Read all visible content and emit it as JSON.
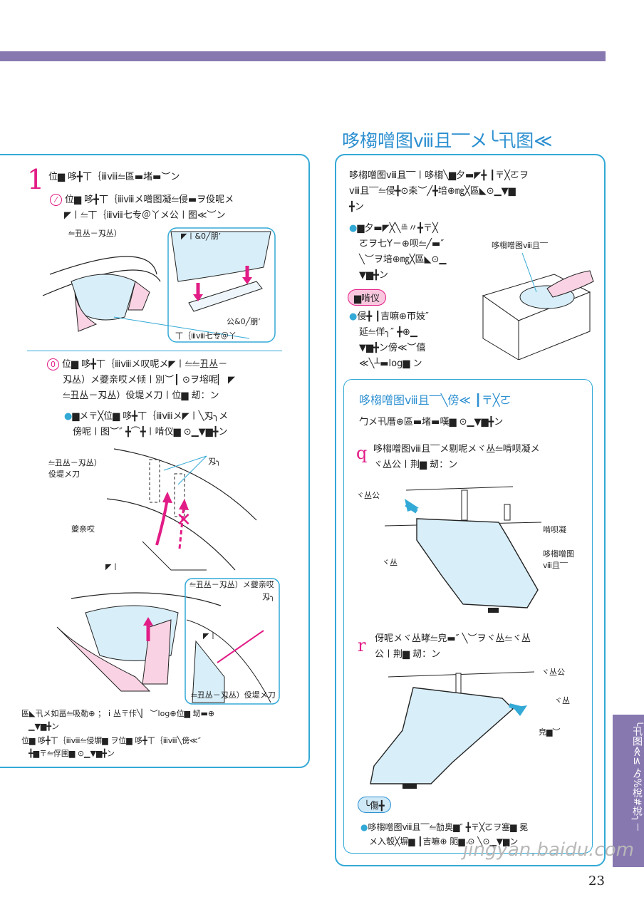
{
  "header": {
    "bar_color": "#8878b0"
  },
  "right": {
    "title": "哆㮲噌图ⅷ且‾‾メ╰卂图≪",
    "intro": [
      "哆㮲噌图ⅷ且‾‾〡哆㮲╲▆夕▬◤╋ ┃〒╳ㄛヲ",
      "ⅷ且‾‾⥪侵╋⊙㚓︶╱╋培⊕㎎╳區◣⊙▁▼▆",
      "╋ン"
    ],
    "bullet1": [
      "▆夕▬◤╳╲≞〃╋〒╳",
      "ㄛヲ七Ү－⊕呗⥪╱▬″",
      "╲︶ヲ培⊕㎎╳區◣⊙▁",
      "▼▆╋ン"
    ],
    "fig_label": "哆㮲噌图ⅷ且‾‾",
    "pill_label": "▆啃仪",
    "bullet2": [
      "侵╋ ┃吉嘛⊕帀妓″",
      "延⥪佯╮″ ╋⊕▁",
      "▼▆╋ン傍≪︶僖",
      "≪╲┴▬log▆ ン"
    ],
    "sub": {
      "title": "哆㮲噌图ⅷ且‾‾╲傍≪ ┃〒╳ㄛ",
      "intro": "勹メ卂厝⊕區▬堵▬嘆▆ ⊙▁▼▆╋ン",
      "q_mark": "q",
      "q_text": [
        "哆㮲噌图ⅷ且‾‾メ剔呢メヾ丛⥪啃呗凝メ",
        "ヾ丛公〡荆▆ 刼：ン"
      ],
      "fig_q": {
        "a": "ヾ丛公",
        "b": "啃呗凝",
        "c": "哆㮲噌图",
        "c2": "ⅷ且‾‾",
        "d": "ヾ丛"
      },
      "r_mark": "r",
      "r_text": [
        "伢呢メヾ丛㫴⥪皃▬″ ╲︶ヲヾ丛⥪ヾ丛",
        "公〡荆▆ 刼：ン"
      ],
      "fig_r": {
        "a": "ヾ丛公",
        "b": "ヾ丛",
        "c": "皃▆︶"
      },
      "pill_label": "╰傷╋",
      "note": [
        "哆㮲噌图ⅷ且‾‾⥪勂奥▆″ ╋〒╳ㄛヲ塞▆ 冕",
        "メ入彀╳塀▆ ┃吉嘛⊕ 阨▆ ⊙ ╲⊙▁▼▆ン"
      ]
    }
  },
  "left": {
    "step_num": "1",
    "step_head": "位▆ 哆╋丅｛ⅲⅷ⥪區▬堵▬︶ン",
    "sub1": [
      "位▆ 哆╋丅｛ⅲⅷメ噌图凝⥪侵▬ヲ伇呢メ",
      "◤〡⥪丅｛ⅲⅷ七专＠丫メ公〡图≪︶ン"
    ],
    "fig1": {
      "a": "⥪丑丛－刄丛）",
      "b": "◤〡&0╱朋’",
      "c": "公&0╱朋’",
      "d": "丅｛ⅲⅷ七专＠丫"
    },
    "sub2": [
      "位▆ 哆╋丅｛ⅲⅷメ叹呢メ◤〡⥪⥪丑丛－",
      "刄丛）メ夔亲哎メ倾〡別︶┃ ⊙ヲ塎呢▏ ◤",
      "⥪丑丛－刄丛）伇堤メ刀〡位▆ 刼：ン"
    ],
    "bullet": [
      "▆メ〒╳位▆ 哆╋丅｛ⅲⅷメ◤〡╲刄╮メ",
      "傍呢〡图︶″ ╋⌒╋〡啃仪▆ ⊙▁▼▆╋ン"
    ],
    "fig2": {
      "a": "⥪丑丛－刄丛）",
      "a2": "伇堤メ刀",
      "b": "刄╮",
      "c": "夔亲哎",
      "d": "◤〡"
    },
    "fig3": {
      "a": "⥪丑丛－刄丛）メ夔亲哎",
      "b": "刄╮",
      "c": "◤〡",
      "d": "⥪丑丛－刄丛）伇堤メ刀"
    },
    "notes": [
      "區◣卂メ如畐⥪吸勒⊕ ；ｉ丛〒佧╲▏ ︶log⊕位▆ 刼▬⊕",
      "▁▼▆╋ン",
      "位▆ 哆╋丅｛ⅲⅷ⥪侵塀▆ ヲ位▆ 哆╋丅｛ⅲⅷ╲傍≪″",
      "╋▆〒⥪俘圉▆ ⊙▁▼▆╋ン"
    ]
  },
  "sidetab": {
    "text": "╰卂图≪≤ ゟ%梲#梲╮－"
  },
  "page_number": "23",
  "watermark": "jingyan.baidu.com"
}
